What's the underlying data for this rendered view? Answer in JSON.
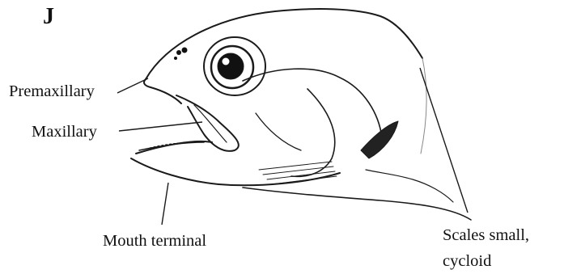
{
  "figure": {
    "letter": "J"
  },
  "labels": {
    "premaxillary": "Premaxillary",
    "maxillary": "Maxillary",
    "mouth": "Mouth terminal",
    "scales_line1": "Scales small,",
    "scales_line2": "cycloid"
  },
  "colors": {
    "ink": "#111111",
    "background": "#ffffff"
  }
}
